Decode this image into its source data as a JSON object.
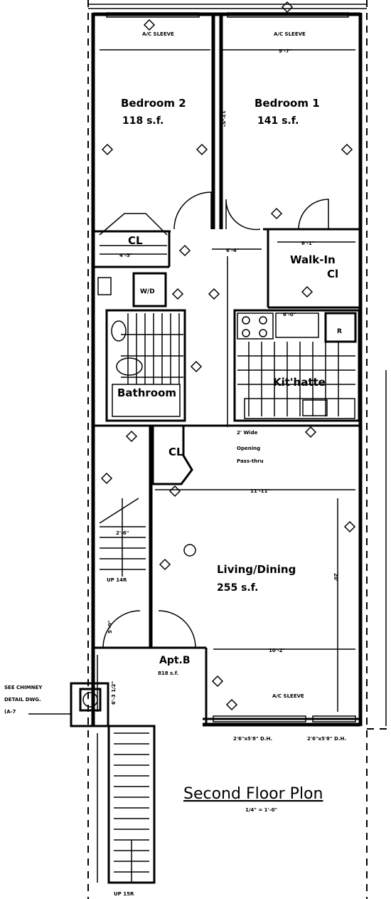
{
  "plan": {
    "title": "Second Floor Plon",
    "scale": "1/4\" = 1'-0\"",
    "rooms": {
      "bedroom2": {
        "name": "Bedroom 2",
        "area": "118 s.f."
      },
      "bedroom1": {
        "name": "Bedroom 1",
        "area": "141 s.f."
      },
      "walkin": {
        "name_line1": "Walk-In",
        "name_line2": "Cl"
      },
      "closet_bed2": "CL",
      "closet_hall": "CL",
      "washer_dryer": "W/D",
      "bathroom": "Bathroom",
      "kitchenette": "Kit'hatte",
      "living": {
        "name": "Living/Dining",
        "area": "255 s.f."
      },
      "apt": {
        "name": "Apt.B",
        "area": "818 s.f."
      }
    },
    "annotations": {
      "ac_sleeve_left": "A/C SLEEVE",
      "ac_sleeve_right": "A/C SLEEVE",
      "ac_sleeve_living": "A/C SLEEVE",
      "opening": [
        "2' Wide",
        "Opening",
        "Pass-thru"
      ],
      "up_14r": "UP 14R",
      "up_15r": "UP 15R",
      "chimney_note": [
        "SEE CHIMNEY",
        "DETAIL DWG.",
        "(A-7"
      ],
      "window_left": "2'6\"x5'8\" D.H.",
      "window_right": "2'6\"x5'8\" D.H.",
      "refrigerator": "R"
    },
    "dimensions": {
      "bed1_width": "9'-7\"",
      "bed_depth": "12'-5\"",
      "cl_width": "4'-5\"",
      "walkin_width": "6'-1\"",
      "hall_width": "6'-4\"",
      "living_width": "11'-11\"",
      "living_width2": "10'-2\"",
      "living_depth": "20'",
      "stair_dim": "2'-6\"",
      "apt_dim": "6'-3 1/2\"",
      "landing": "5'-0\"",
      "kitchen_counter": "6'-0\""
    }
  }
}
